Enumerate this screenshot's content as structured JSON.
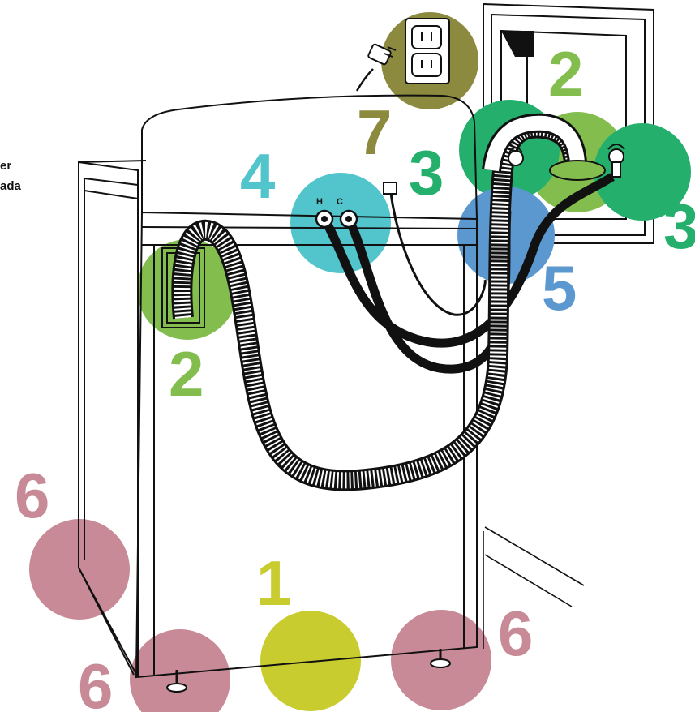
{
  "side_text": {
    "line1": "er",
    "line2": "ada"
  },
  "labels": {
    "level_front": "1",
    "drain_hose_left": "2",
    "drain_standpipe": "2",
    "supply_valve_left": "3",
    "supply_valve_right": "3",
    "inlet_connections": "4",
    "wall_outlet_box": "5",
    "foot_left_back": "6",
    "foot_left_front": "6",
    "foot_right": "6",
    "power_outlet": "7"
  },
  "valve_labels": {
    "hot": "H",
    "cold": "C"
  },
  "colors": {
    "level": "#c8cc2e",
    "drain": "#82bd4e",
    "valve": "#24b06c",
    "inlet": "#52c4cc",
    "box": "#5b98d0",
    "feet": "#c78a96",
    "outlet": "#8c8a3e",
    "line": "#111111"
  }
}
